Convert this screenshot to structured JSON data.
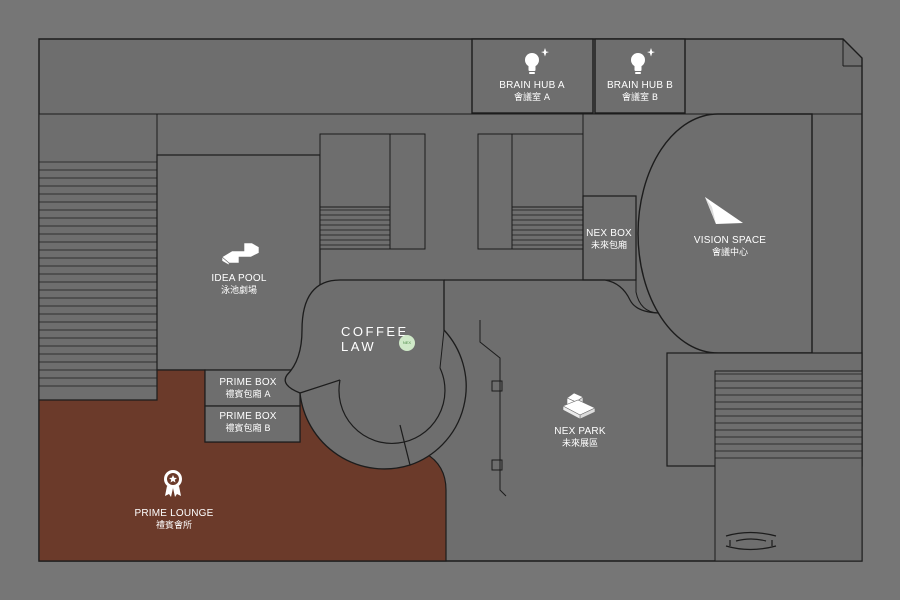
{
  "colors": {
    "background": "#767676",
    "floor": "#6e6e6e",
    "wall": "#1c1c1c",
    "lounge": "#6b3a2a",
    "label": "#ffffff"
  },
  "rooms": {
    "brain_hub_a": {
      "en": "BRAIN HUB A",
      "zh": "會議室 A",
      "icon": "lightbulb-icon"
    },
    "brain_hub_b": {
      "en": "BRAIN HUB B",
      "zh": "會議室 B",
      "icon": "lightbulb-icon"
    },
    "idea_pool": {
      "en": "IDEA POOL",
      "zh": "泳池劇場",
      "icon": "stairs-icon"
    },
    "nex_box": {
      "en": "NEX BOX",
      "zh": "未來包廂"
    },
    "vision_space": {
      "en": "VISION SPACE",
      "zh": "會議中心",
      "icon": "paper-plane-icon"
    },
    "coffee_law": {
      "line1": "COFFEE",
      "line2": "LAW",
      "badge": "NEX"
    },
    "prime_box_a": {
      "en": "PRIME BOX",
      "zh": "禮賓包廂 A"
    },
    "prime_box_b": {
      "en": "PRIME BOX",
      "zh": "禮賓包廂 B"
    },
    "nex_park": {
      "en": "NEX PARK",
      "zh": "未來展區",
      "icon": "exhibit-icon"
    },
    "prime_lounge": {
      "en": "PRIME LOUNGE",
      "zh": "禮賓會所",
      "icon": "award-icon"
    }
  }
}
